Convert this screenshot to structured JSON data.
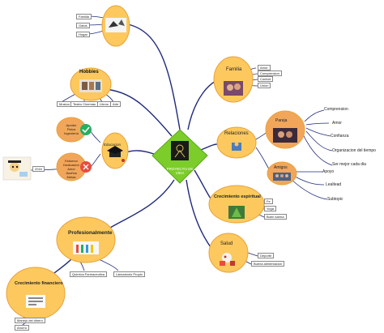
{
  "center": {
    "label": "PROYECTO DE VIDA"
  },
  "hobbies": {
    "title": "Hobbies",
    "items": [
      "Musica",
      "Teatro Cinemas",
      "Libros",
      "Arte"
    ],
    "sub_items": [
      "Familia",
      "Gatos",
      "Hogar"
    ]
  },
  "educacion": {
    "title": "Educacion",
    "positive": "Aprobe Fisica Ingeniería",
    "negative": "Esfuerzo Dedicacion Amor Jiueños Metas",
    "year": "2016"
  },
  "familia": {
    "title": "Familia",
    "items": [
      "Amor",
      "Comprension",
      "Confort",
      "Union"
    ]
  },
  "relaciones": {
    "title": "Relaciones",
    "pareja": {
      "title": "Pareja",
      "items": [
        "Comprension",
        "Amor",
        "Confianza",
        "Organizacion del tiempo",
        "Ser mejor cada dia"
      ]
    },
    "amigos": {
      "title": "Amigos",
      "items": [
        "Apoyo",
        "Lealtead",
        "Subtopic"
      ]
    }
  },
  "crecimiento_espiritual": {
    "title": "Crecimiento espiritual",
    "items": [
      "Fe",
      "Yoga",
      "Buen karma"
    ]
  },
  "salud": {
    "title": "Salud",
    "items": [
      "Deporte",
      "Buena alimentacion"
    ]
  },
  "profesionalmente": {
    "title": "Profesionalmente",
    "items": [
      "Quimica Farmaceutica",
      "Laboratorio Propio"
    ]
  },
  "crecimiento_financiero": {
    "title": "Crecimiento financiero",
    "items": [
      "Manejo del dinero",
      "Ahorro"
    ]
  },
  "colors": {
    "branch": "#1f2a7a",
    "node_fill": "#fdc95e",
    "node_stroke": "#e8a23a",
    "center": "#7ccd2a"
  }
}
